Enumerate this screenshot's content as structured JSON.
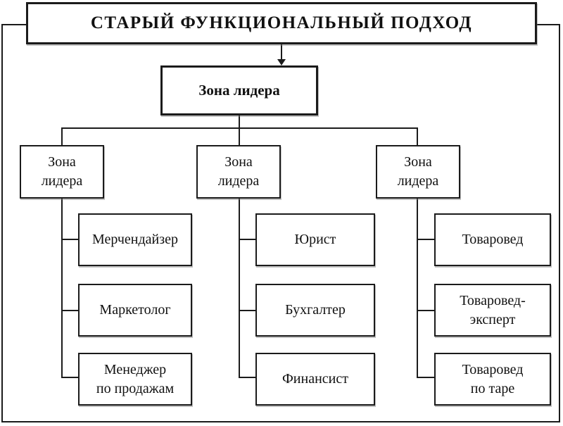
{
  "diagram": {
    "title": "СТАРЫЙ ФУНКЦИОНАЛЬНЫЙ ПОДХОД",
    "root_label": "Зона лидера",
    "branches": [
      {
        "label": "Зона\nлидера",
        "children": [
          "Мерчендайзер",
          "Маркетолог",
          "Менеджер\nпо продажам"
        ]
      },
      {
        "label": "Зона\nлидера",
        "children": [
          "Юрист",
          "Бухгалтер",
          "Финансист"
        ]
      },
      {
        "label": "Зона\nлидера",
        "children": [
          "Товаровед",
          "Товаровед-\nэксперт",
          "Товаровед\nпо таре"
        ]
      }
    ],
    "colors": {
      "line": "#1b1b1b",
      "background": "#ffffff",
      "box_fill": "#ffffff",
      "text": "#111111"
    }
  }
}
